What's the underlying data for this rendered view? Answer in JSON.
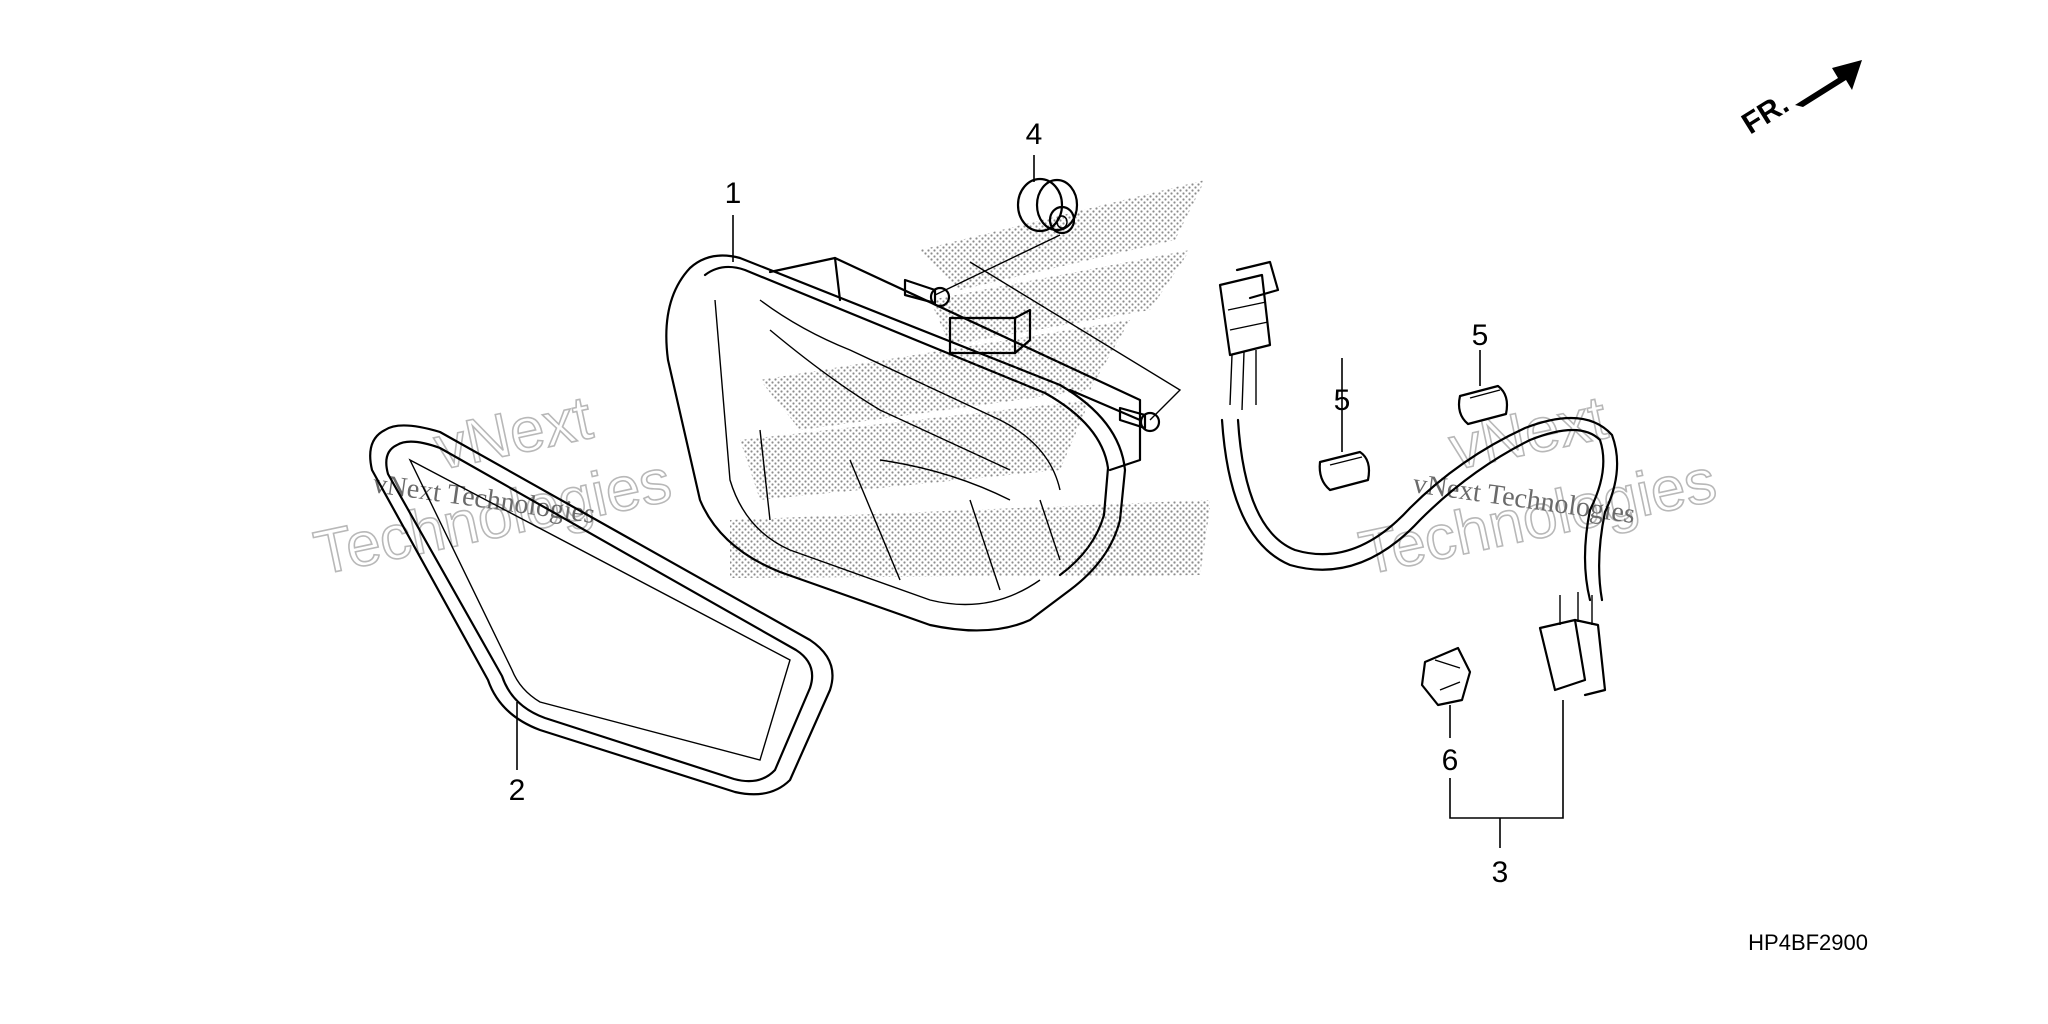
{
  "direction_marker": {
    "label": "FR."
  },
  "callouts": [
    {
      "id": "1",
      "part": "headlight-assembly"
    },
    {
      "id": "2",
      "part": "headlight-rim"
    },
    {
      "id": "3",
      "part": "wire-harness-set"
    },
    {
      "id": "4",
      "part": "rubber-grommet"
    },
    {
      "id": "5",
      "part": "wire-clip-a"
    },
    {
      "id": "5",
      "part": "wire-clip-b"
    },
    {
      "id": "6",
      "part": "clip"
    }
  ],
  "diagram_code": "HP4BF2900",
  "watermark": {
    "line1": "vNext",
    "line2": "Technologies",
    "serif_text": "vNext Technologies"
  },
  "colors": {
    "lines": "#000000",
    "watermark": "#b8b8b8",
    "stipple": "#9a9a9a"
  }
}
